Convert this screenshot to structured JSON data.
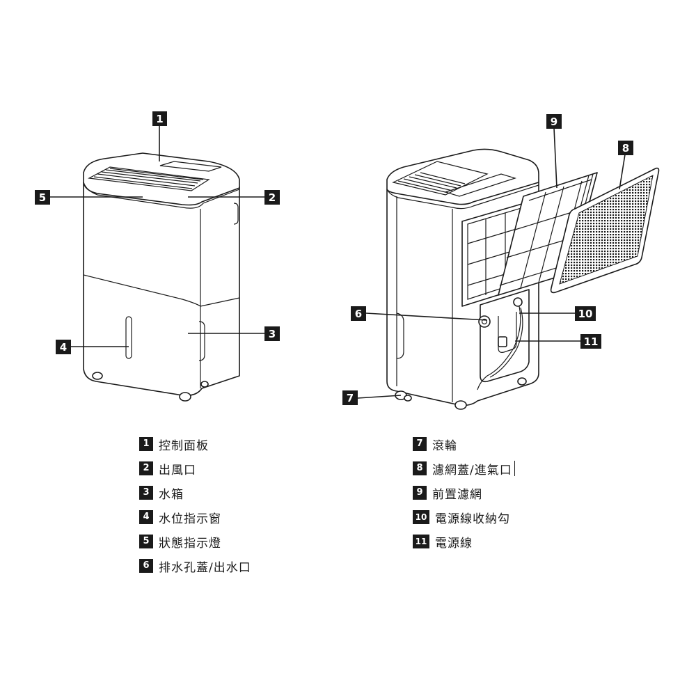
{
  "callouts": [
    "1",
    "2",
    "3",
    "4",
    "5",
    "6",
    "7",
    "8",
    "9",
    "10",
    "11"
  ],
  "legend": [
    {
      "num": "1",
      "text": "控制面板"
    },
    {
      "num": "2",
      "text": "出風口"
    },
    {
      "num": "3",
      "text": "水箱"
    },
    {
      "num": "4",
      "text": "水位指示窗"
    },
    {
      "num": "5",
      "text": "狀態指示燈"
    },
    {
      "num": "6",
      "text": "排水孔蓋/出水口"
    },
    {
      "num": "7",
      "text": "滾輪"
    },
    {
      "num": "8",
      "text": "濾網蓋/進氣口"
    },
    {
      "num": "9",
      "text": "前置濾網"
    },
    {
      "num": "10",
      "text": "電源線收納勾"
    },
    {
      "num": "11",
      "text": "電源線"
    }
  ],
  "colors": {
    "ink": "#1a1a1a",
    "background": "#ffffff"
  }
}
